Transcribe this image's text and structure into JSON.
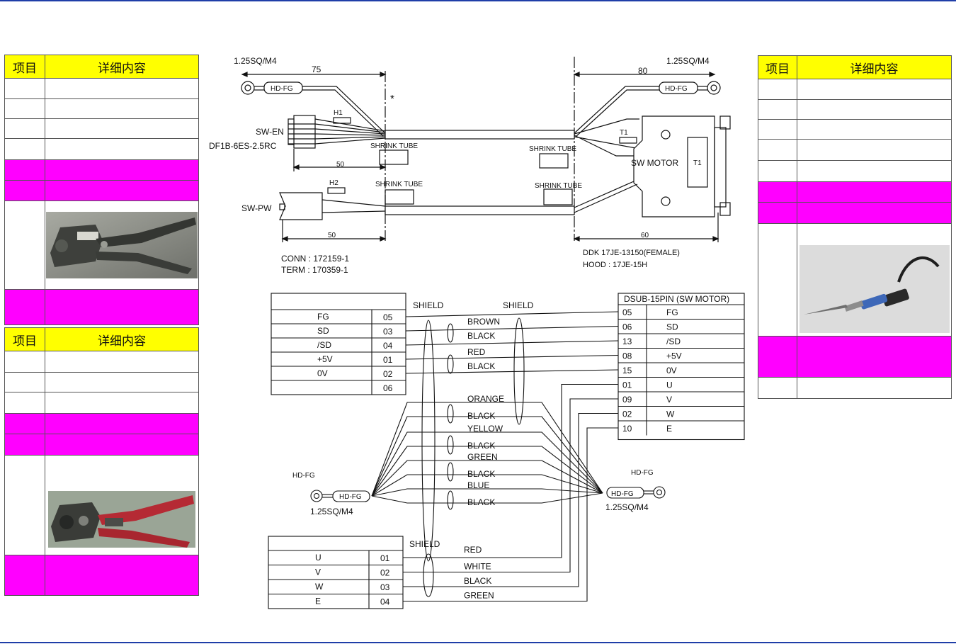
{
  "tables": {
    "header_col1": "项目",
    "header_col2": "详细内容"
  },
  "diagram": {
    "top": {
      "lug_spec_left": "1.25SQ/M4",
      "lug_spec_right": "1.25SQ/M4",
      "lug_label": "HD-FG",
      "dim_75": "75",
      "dim_80": "80",
      "dim_50_a": "50",
      "dim_50_b": "50",
      "dim_60": "60",
      "asterisk": "*",
      "h1": "H1",
      "h2": "H2",
      "t1_small": "T1",
      "t1_box": "T1",
      "sw_en": "SW-EN",
      "df1b": "DF1B-6ES-2.5RC",
      "sw_pw": "SW-PW",
      "shrink_tube": "SHRINK TUBE",
      "sw_motor": "SW MOTOR",
      "conn": "CONN : 172159-1",
      "term": "TERM : 170359-1",
      "ddk": "DDK 17JE-13150(FEMALE)",
      "hood": "HOOD : 17JE-15H"
    },
    "wiring": {
      "shield": "SHIELD",
      "left_table": [
        {
          "signal": "FG",
          "pin": "05"
        },
        {
          "signal": "SD",
          "pin": "03"
        },
        {
          "signal": "/SD",
          "pin": "04"
        },
        {
          "signal": "+5V",
          "pin": "01"
        },
        {
          "signal": "0V",
          "pin": "02"
        },
        {
          "signal": "",
          "pin": "06"
        }
      ],
      "right_table_title": "DSUB-15PIN (SW MOTOR)",
      "right_table": [
        {
          "pin": "05",
          "signal": "FG"
        },
        {
          "pin": "06",
          "signal": "SD"
        },
        {
          "pin": "13",
          "signal": "/SD"
        },
        {
          "pin": "08",
          "signal": "+5V"
        },
        {
          "pin": "15",
          "signal": "0V"
        },
        {
          "pin": "01",
          "signal": "U"
        },
        {
          "pin": "09",
          "signal": "V"
        },
        {
          "pin": "02",
          "signal": "W"
        },
        {
          "pin": "10",
          "signal": "E"
        }
      ],
      "upper_colors": [
        "BROWN",
        "BLACK",
        "RED",
        "BLACK"
      ],
      "middle_colors": [
        "ORANGE",
        "BLACK",
        "YELLOW",
        "BLACK",
        "GREEN",
        "BLACK",
        "BLUE",
        "BLACK"
      ],
      "lower_colors": [
        "RED",
        "WHITE",
        "BLACK",
        "GREEN"
      ],
      "hdfg_label": "HD-FG",
      "lug_spec": "1.25SQ/M4",
      "bottom_table": [
        {
          "signal": "U",
          "pin": "01"
        },
        {
          "signal": "V",
          "pin": "02"
        },
        {
          "signal": "W",
          "pin": "03"
        },
        {
          "signal": "E",
          "pin": "04"
        }
      ]
    }
  },
  "colors": {
    "header": "#ffff00",
    "highlight": "#ff00ff",
    "rule": "#1f3ea8"
  }
}
